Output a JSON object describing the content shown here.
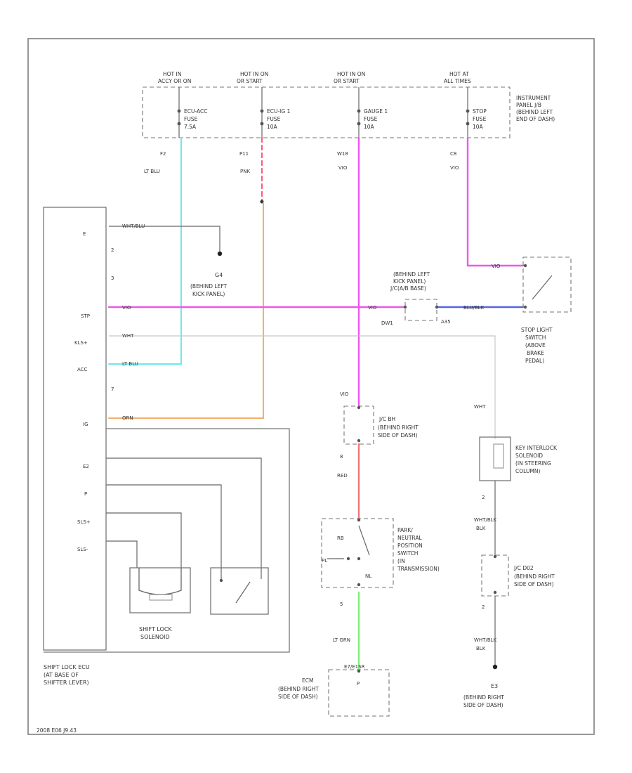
{
  "diagram": {
    "colors": {
      "ltblu": "#6ee8ee",
      "pnk": "#ff5d78",
      "vio": "#ee55ee",
      "orn": "#f4b06a",
      "red": "#ee7777",
      "ltgrn": "#7cf07c",
      "blu": "#5566dd",
      "frame": "#666666"
    },
    "fuse_block": {
      "label": [
        "INSTRUMENT",
        "PANEL J/B",
        "(BEHIND LEFT",
        "END OF DASH)"
      ],
      "feeds": [
        {
          "hot": [
            "HOT IN",
            "ACCY OR ON"
          ],
          "fuse": [
            "ECU-ACC",
            "FUSE",
            "7.5A"
          ],
          "pin": "F2",
          "wire": "LT BLU"
        },
        {
          "hot": [
            "HOT IN ON",
            "OR START"
          ],
          "fuse": [
            "ECU-IG 1",
            "FUSE",
            "10A"
          ],
          "pin": "P11",
          "wire": "PNK"
        },
        {
          "hot": [
            "HOT IN ON",
            "OR START"
          ],
          "fuse": [
            "GAUGE 1",
            "FUSE",
            "10A"
          ],
          "pin": "W18",
          "wire": "VIO"
        },
        {
          "hot": [
            "HOT AT",
            "ALL TIMES"
          ],
          "fuse": [
            "STOP",
            "FUSE",
            "10A"
          ],
          "pin": "C8",
          "wire": "VIO"
        }
      ]
    },
    "ecu": {
      "label": [
        "SHIFT LOCK ECU",
        "(AT BASE OF",
        "SHIFTER LEVER)"
      ],
      "pins": [
        "E",
        "2",
        "3",
        "STP",
        "KLS+",
        "ACC",
        "7",
        "IG",
        "E2",
        "P",
        "SLS+",
        "SLS-"
      ],
      "wires": {
        "e": "WHT/BLU",
        "stp": "VIO",
        "kls": "WHT",
        "acc": "LT BLU",
        "ig": "ORN"
      }
    },
    "solenoid": {
      "label": [
        "SHIFT LOCK",
        "SOLENOID"
      ]
    },
    "ground_g4": {
      "name": "G4",
      "loc": [
        "(BEHIND LEFT",
        "KICK PANEL)"
      ]
    },
    "joint_left": {
      "label": [
        "(BEHIND LEFT",
        "KICK PANEL)",
        "J/C(A/B BASE)"
      ],
      "conn": "DW1",
      "pin": "A35",
      "wire_in": "VIO",
      "wire_out": "BLU/BLK"
    },
    "stop_switch": {
      "label": [
        "STOP LIGHT",
        "SWITCH",
        "(ABOVE",
        "BRAKE",
        "PEDAL)"
      ],
      "wire": "VIO"
    },
    "jc_bh": {
      "label": [
        "J/C BH",
        "(BEHIND RIGHT",
        "SIDE OF DASH)"
      ],
      "wire_in": "VIO",
      "pin": "8",
      "wire_out": "RED"
    },
    "pn_switch": {
      "label": [
        "PARK/",
        "NEUTRAL",
        "POSITION",
        "SWITCH",
        "(IN",
        "TRANSMISSION)"
      ],
      "pins": [
        "RB",
        "PL",
        "NL"
      ],
      "pin_out": "5",
      "wire_out": "LT GRN"
    },
    "ecm": {
      "conn": "E7/E1SR",
      "label": [
        "ECM",
        "(BEHIND RIGHT",
        "SIDE OF DASH)"
      ],
      "pin": "P"
    },
    "key_interlock": {
      "label": [
        "KEY INTERLOCK",
        "SOLENOID",
        "(IN STEERING",
        "COLUMN)"
      ],
      "wire_in": "WHT",
      "pin": "2",
      "wire_out": "WHT/BLK"
    },
    "jc_d02": {
      "label": [
        "J/C D02",
        "(BEHIND RIGHT",
        "SIDE OF DASH)"
      ],
      "pin": "2",
      "wire_out": "WHT/BLK"
    },
    "ground_e3": {
      "name": "E3",
      "loc": [
        "(BEHIND RIGHT",
        "SIDE OF DASH)"
      ]
    },
    "footer": "2008 E06 J9.43"
  }
}
